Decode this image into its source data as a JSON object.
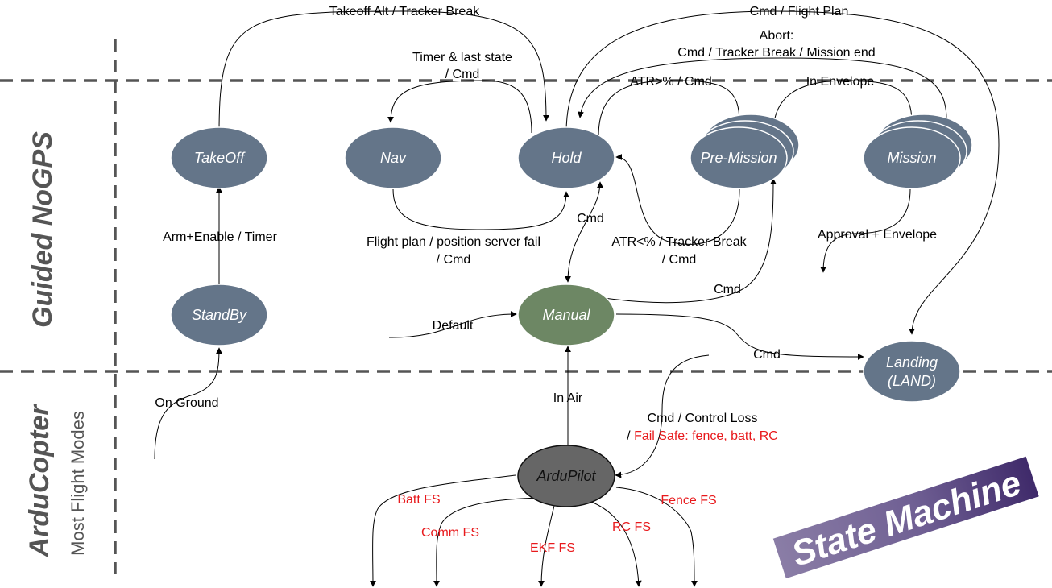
{
  "sections": {
    "top_title": "Guided NoGPS",
    "bottom_title": "ArduCopter",
    "bottom_subtitle": "Most Flight Modes"
  },
  "watermark": "State Machine",
  "colors": {
    "state_fill": "#647589",
    "manual_fill": "#6d8764",
    "ardupilot_fill": "#666666",
    "failsafe_red": "#e8191c"
  },
  "nodes": {
    "takeoff": "TakeOff",
    "nav": "Nav",
    "hold": "Hold",
    "pre_mission": "Pre-Mission",
    "mission": "Mission",
    "standby": "StandBy",
    "manual": "Manual",
    "landing_line1": "Landing",
    "landing_line2": "(LAND)",
    "ardupilot": "ArduPilot"
  },
  "transitions": {
    "takeoff_alt": "Takeoff Alt / Tracker Break",
    "cmd_flight_plan": "Cmd / Flight Plan",
    "abort_line1": "Abort:",
    "abort_line2": "Cmd / Tracker Break / Mission end",
    "timer_line1": "Timer & last state",
    "timer_line2": "/ Cmd",
    "atr_gt": "ATR>% / Cmd",
    "in_envelope": "In Envelope",
    "arm_enable": "Arm+Enable / Timer",
    "cmd_hold_manual": "Cmd",
    "flight_plan_line1": "Flight plan / position server fail",
    "flight_plan_line2": "/ Cmd",
    "atr_lt_line1": "ATR<% / Tracker Break",
    "atr_lt_line2": "/ Cmd",
    "approval_envelope": "Approval + Envelope",
    "cmd_manual_premission": "Cmd",
    "default": "Default",
    "cmd_manual_landing": "Cmd",
    "on_ground": "On Ground",
    "in_air": "In Air",
    "control_loss_line1": "Cmd / Control Loss",
    "control_loss_prefix": "/ ",
    "control_loss_red": "Fail Safe: fence, batt, RC"
  },
  "failsafes": {
    "batt": "Batt FS",
    "comm": "Comm FS",
    "ekf": "EKF FS",
    "rc": "RC FS",
    "fence": "Fence FS"
  }
}
